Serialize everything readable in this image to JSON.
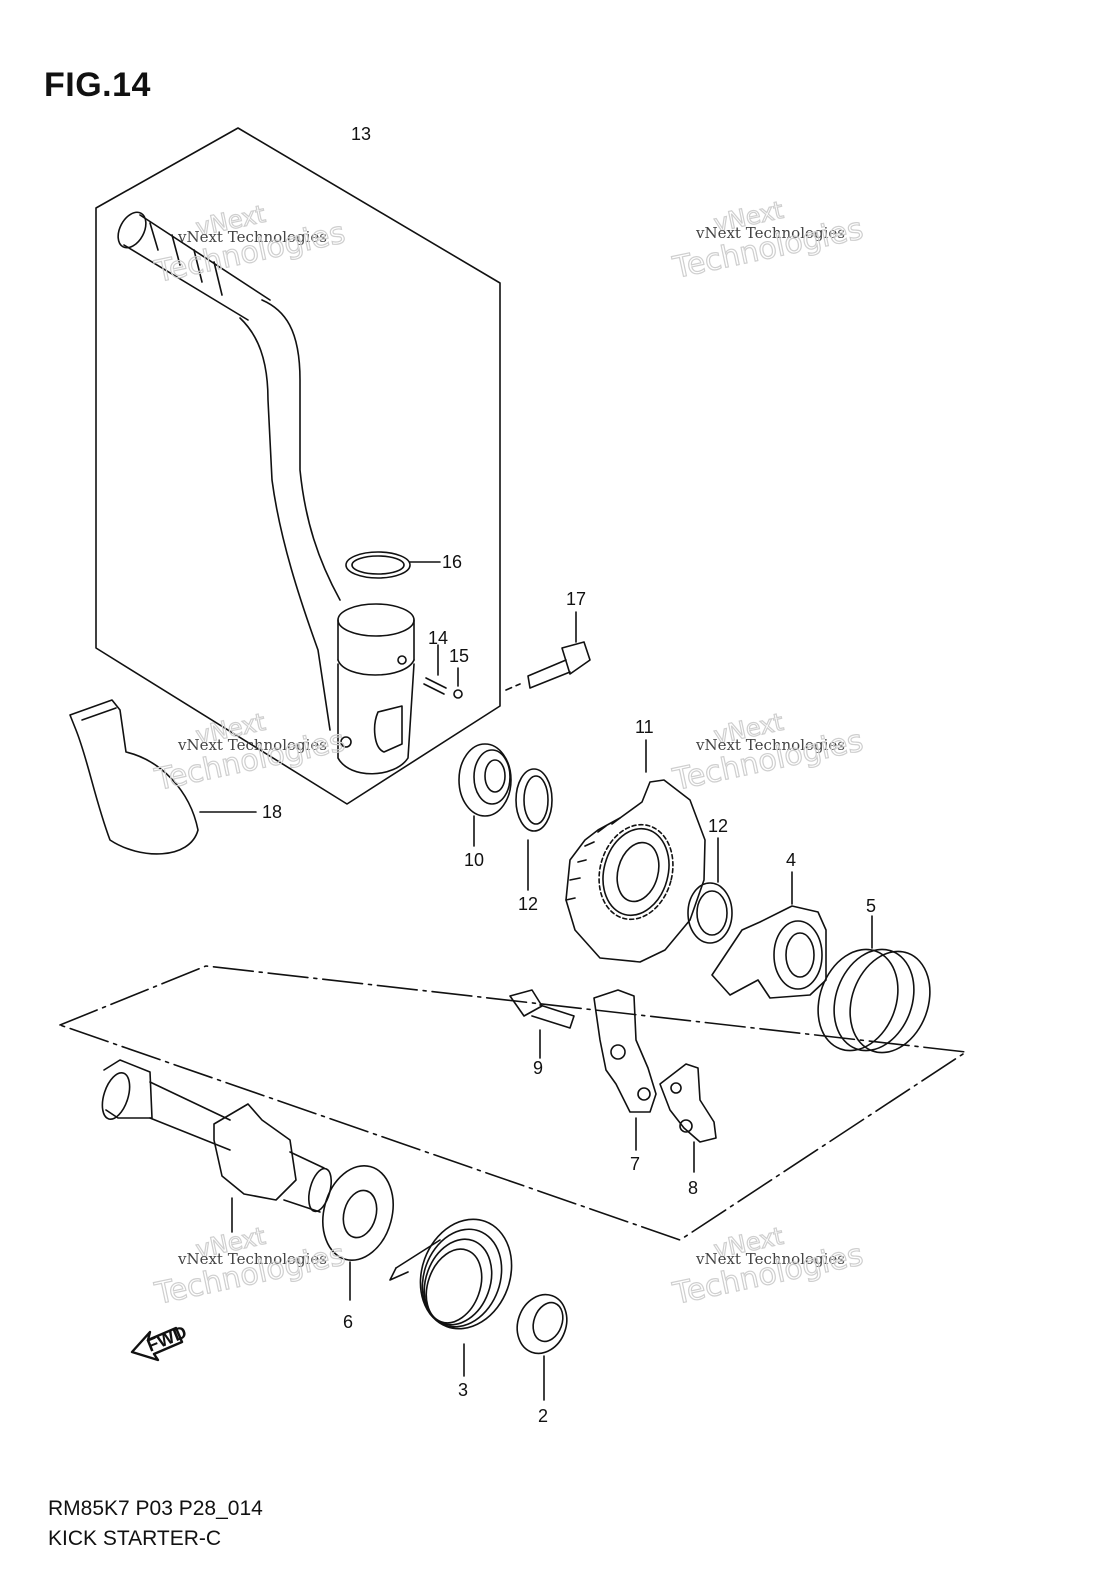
{
  "figure": {
    "title": "FIG.14",
    "footer_code": "RM85K7 P03 P28_014",
    "footer_title": "KICK STARTER-C",
    "fwd_label": "FWD"
  },
  "callouts": [
    "13",
    "16",
    "17",
    "14",
    "15",
    "11",
    "12",
    "18",
    "10",
    "12",
    "4",
    "5",
    "9",
    "7",
    "8",
    "6",
    "3",
    "2"
  ],
  "watermarks": [
    {
      "line1": "vNext Technologies",
      "line2": "Technologies",
      "line3": "vNext"
    },
    {
      "line1": "vNext Technologies",
      "line2": "Technologies",
      "line3": "vNext"
    },
    {
      "line1": "vNext Technologies",
      "line2": "Technologies",
      "line3": "vNext"
    },
    {
      "line1": "vNext Technologies",
      "line2": "Technologies",
      "line3": "vNext"
    },
    {
      "line1": "vNext Technologies",
      "line2": "Technologies",
      "line3": "vNext"
    },
    {
      "line1": "vNext Technologies",
      "line2": "Technologies",
      "line3": "vNext"
    }
  ]
}
